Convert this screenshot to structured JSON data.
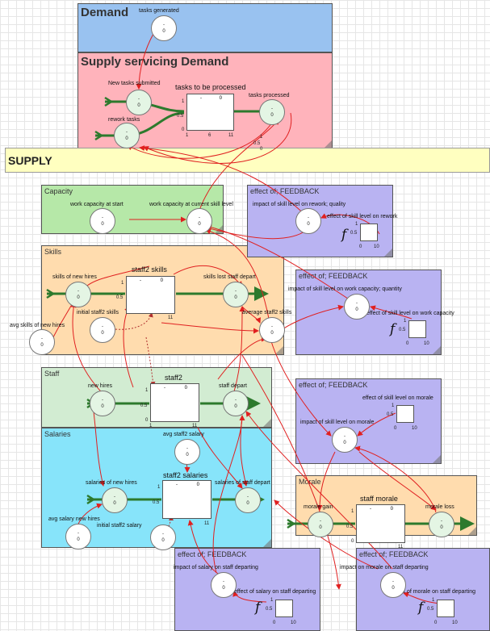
{
  "sectors": {
    "demand": {
      "title": "Demand",
      "color": "#99c2f0"
    },
    "supply_servicing": {
      "title": "Supply servicing Demand",
      "color": "#ffb3bb"
    },
    "supply": {
      "title": "SUPPLY",
      "color": "#ffffc0"
    },
    "capacity": {
      "title": "Capacity",
      "color": "#b6e8a8"
    },
    "skills": {
      "title": "Skills",
      "color": "#ffdcae"
    },
    "staff": {
      "title": "Staff",
      "color": "#d2ecd2"
    },
    "salaries": {
      "title": "Salaries",
      "color": "#87e4fa"
    },
    "morale": {
      "title": "Morale",
      "color": "#ffdcae"
    },
    "fb_rework": {
      "title": "effect of; FEEDBACK",
      "color": "#b9b3f2"
    },
    "fb_capacity": {
      "title": "effect of; FEEDBACK",
      "color": "#b9b3f2"
    },
    "fb_morale": {
      "title": "effect of; FEEDBACK",
      "color": "#b9b3f2"
    },
    "fb_salary": {
      "title": "effect of; FEEDBACK",
      "color": "#b9b3f2"
    },
    "fb_morale_dep": {
      "title": "effect of; FEEDBACK",
      "color": "#b9b3f2"
    }
  },
  "variables": {
    "tasks_generated": {
      "label": "tasks generated",
      "value_top": "-",
      "value": "0"
    },
    "new_tasks_submitted": {
      "label": "New tasks submitted",
      "value_top": "-",
      "value": "0"
    },
    "rework_tasks": {
      "label": "rework tasks",
      "value_top": "-",
      "value": "0"
    },
    "tasks_processed": {
      "label": "tasks processed",
      "value_top": "-",
      "value": "0"
    },
    "work_capacity_start": {
      "label": "work capacity at start",
      "value_top": "-",
      "value": "0"
    },
    "work_capacity_current": {
      "label": "work capacity at current skill level",
      "value_top": "-",
      "value": "0"
    },
    "impact_skill_rework": {
      "label": "impact of skill level on rework; quality",
      "value_top": "-",
      "value": "0"
    },
    "skills_new_hires": {
      "label": "skills of new hires",
      "value_top": "-",
      "value": "0"
    },
    "skills_lost": {
      "label": "skills lost staff depart",
      "value_top": "-",
      "value": "0"
    },
    "initial_staff2_skills": {
      "label": "initial staff2 skills",
      "value_top": "-",
      "value": "0"
    },
    "avg_skills_new_hires": {
      "label": "avg skills of new hires",
      "value_top": "-",
      "value": "0"
    },
    "average_staff2_skills": {
      "label": "average staff2 skills",
      "value_top": "-",
      "value": "0"
    },
    "impact_skill_capacity": {
      "label": "impact of skill level on work capacity; quantity",
      "value_top": "-",
      "value": "0"
    },
    "new_hires": {
      "label": "new hires",
      "value_top": "-",
      "value": "0"
    },
    "staff_depart": {
      "label": "staff depart",
      "value_top": "-",
      "value": "0"
    },
    "impact_skill_morale": {
      "label": "impact of skill level on morale",
      "value_top": "-",
      "value": "0"
    },
    "avg_staff2_salary": {
      "label": "avg staff2 salary",
      "value_top": "-",
      "value": "0"
    },
    "salaries_new_hires": {
      "label": "salaries of new hires",
      "value_top": "-",
      "value": "0"
    },
    "salaries_staff_depart": {
      "label": "salaries of staff depart",
      "value_top": "-",
      "value": "0"
    },
    "avg_salary_new_hires": {
      "label": "avg salary new hires",
      "value_top": "-",
      "value": "0"
    },
    "initial_staff2_salary": {
      "label": "initial staff2 salary",
      "value_top": "-",
      "value": "0"
    },
    "morale_gain": {
      "label": "morale gain",
      "value_top": "-",
      "value": "0"
    },
    "morale_loss": {
      "label": "morale loss",
      "value_top": "-",
      "value": "0"
    },
    "impact_salary_departing": {
      "label": "impact of salary on staff departing",
      "value_top": "-",
      "value": "0"
    },
    "impact_morale_departing": {
      "label": "impact on morale on staff departing",
      "value_top": "-",
      "value": "0"
    }
  },
  "stocks": {
    "tasks_to_be_processed": {
      "label": "tasks to be processed",
      "value_top": "-",
      "value": "0",
      "y_max": "1",
      "y_mid": "0.5",
      "y_min": "0",
      "x_ticks": [
        "1",
        "6",
        "11"
      ]
    },
    "staff2_skills": {
      "label": "staff2 skills",
      "value_top": "-",
      "value": "0",
      "y_max": "1",
      "y_mid": "0.5",
      "y_min": "0",
      "x_ticks": [
        "1",
        "",
        "11"
      ]
    },
    "staff2": {
      "label": "staff2",
      "value_top": "-",
      "value": "0",
      "y_max": "1",
      "y_mid": "0.5",
      "y_min": "0",
      "x_ticks": [
        "1",
        "",
        "11"
      ]
    },
    "staff2_salaries": {
      "label": "staff2 salaries",
      "value_top": "-",
      "value": "0",
      "y_max": "1",
      "y_mid": "0.5",
      "y_min": "0",
      "x_ticks": [
        "",
        "",
        "11"
      ]
    },
    "staff_morale": {
      "label": "staff morale",
      "value_top": "-",
      "value": "0",
      "y_max": "1",
      "y_mid": "0.5",
      "y_min": "0",
      "x_ticks": [
        "",
        "",
        "11"
      ]
    }
  },
  "graphicals": {
    "effect_skill_rework": {
      "label": "effect of skill level on rework",
      "y_max": "1",
      "y_mid": "0.5",
      "x_min": "0",
      "x_max": "10"
    },
    "effect_skill_capacity": {
      "label": "effect of skill level on work capacity",
      "y_max": "1",
      "y_mid": "0.5",
      "x_min": "0",
      "x_max": "10"
    },
    "effect_skill_morale": {
      "label": "effect of skill level on morale",
      "y_max": "1",
      "y_mid": "0.5",
      "x_min": "0",
      "x_max": "10"
    },
    "effect_salary_departing": {
      "label": "effect of salary on staff departing",
      "y_max": "1",
      "y_mid": "0.5",
      "x_min": "0",
      "x_max": "10"
    },
    "effect_morale_departing": {
      "label": "effect of morale on staff departing",
      "y_max": "1",
      "y_mid": "0.5",
      "x_min": "0",
      "x_max": "10"
    }
  },
  "small_axis": {
    "y_max": "1",
    "y_mid": "0.5",
    "y_min": "0"
  },
  "colors": {
    "flow": "#2d7a2d",
    "link": "#e02020",
    "dotted_link": "#b03030"
  }
}
